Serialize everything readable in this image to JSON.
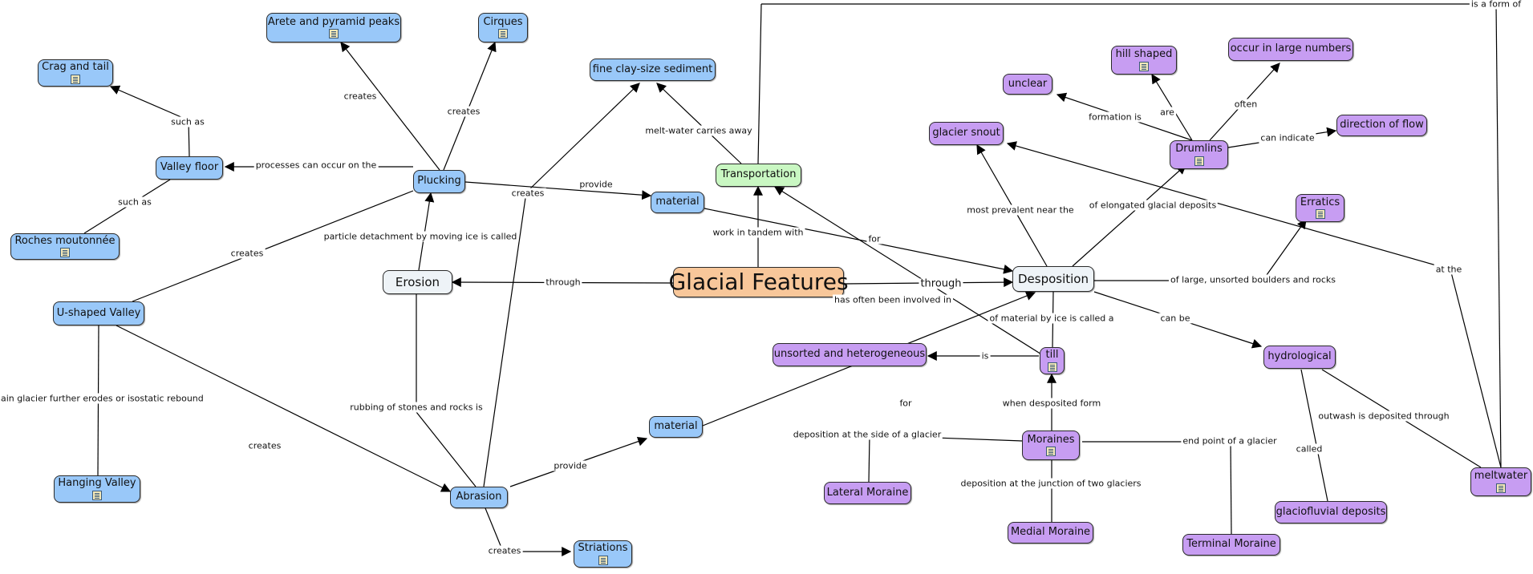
{
  "diagram": {
    "nodes": {
      "glacial": "Glacial Features",
      "erosion": "Erosion",
      "deposition": "Desposition",
      "transportation": "Transportation",
      "plucking": "Plucking",
      "abrasion": "Abrasion",
      "arete": "Arete and pyramid peaks",
      "cirques": "Cirques",
      "crag": "Crag and tail",
      "valley_floor": "Valley floor",
      "roches": "Roches moutonnée",
      "u_valley": "U-shaped Valley",
      "hanging": "Hanging Valley",
      "striations": "Striations",
      "material1": "material",
      "material2": "material",
      "clay": "fine clay-size sediment",
      "unclear": "unclear",
      "hill": "hill shaped",
      "large_numbers": "occur in large numbers",
      "snout": "glacier snout",
      "drumlins": "Drumlins",
      "direction": "direction of flow",
      "erratics": "Erratics",
      "hydrological": "hydrological",
      "till": "till",
      "unsorted": "unsorted and heterogeneous",
      "moraines": "Moraines",
      "lateral": "Lateral Moraine",
      "medial": "Medial Moraine",
      "terminal": "Terminal Moraine",
      "glaciofluvial": "glaciofluvial deposits",
      "meltwater": "meltwater"
    },
    "labels": {
      "creates_arete": "creates",
      "creates_cirques": "creates",
      "such_as_crag": "such as",
      "processes": "processes can occur on the",
      "such_as_roches": "such as",
      "creates_u": "creates",
      "creates_clay": "creates",
      "provide1": "provide",
      "melt_water": "melt-water carries away",
      "particle": "particle detachment by moving ice is called",
      "through_erosion": "through",
      "through_deposition": "through",
      "work_tandem": "work in tandem with",
      "for1": "for",
      "has_often": "has often been involved in",
      "main_glacier": "main glacier further erodes or isostatic rebound",
      "creates_abrasion": "creates",
      "rubbing": "rubbing of stones and rocks is",
      "provide2": "provide",
      "for2": "for",
      "creates_striations": "creates",
      "most_prevalent": "most prevalent near the",
      "formation_is": "formation is",
      "are": "are",
      "often": "often",
      "can_indicate": "can indicate",
      "elongated": "of elongated glacial deposits",
      "large_unsorted": "of large, unsorted boulders and rocks",
      "at_the": "at the",
      "is_form_of": "is a form of",
      "material_by_ice": "of material by ice is called a",
      "can_be": "can be",
      "is": "is",
      "when_deposited": "when desposited form",
      "side": "deposition at the side of a glacier",
      "junction": "deposition at the junction of two glaciers",
      "end_point": "end point of a glacier",
      "outwash": "outwash is deposited through",
      "called": "called"
    }
  }
}
